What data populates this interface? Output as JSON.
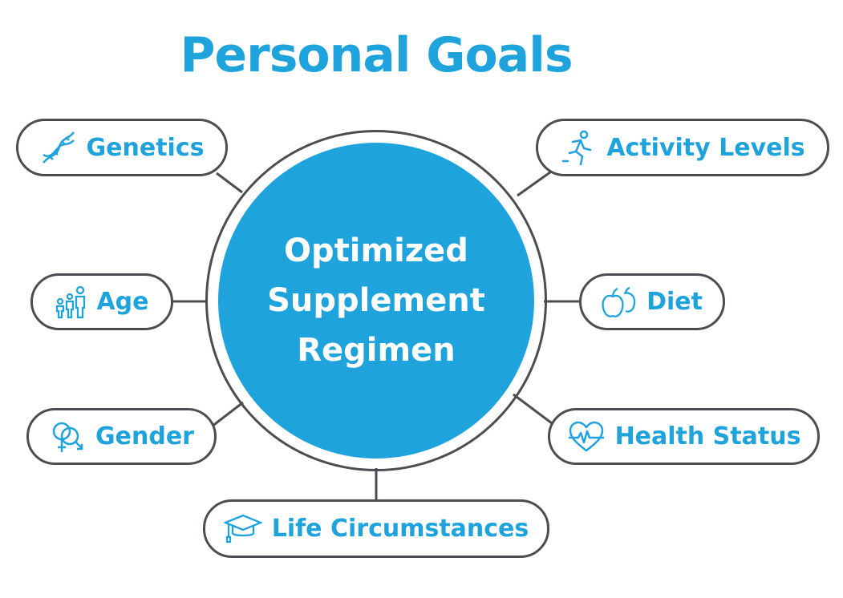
{
  "title": "Personal Goals",
  "center": {
    "line1": "Optimized",
    "line2": "Supplement",
    "line3": "Regimen"
  },
  "factors": {
    "genetics": {
      "label": "Genetics",
      "icon": "dna-icon"
    },
    "activity": {
      "label": "Activity Levels",
      "icon": "running-person-icon"
    },
    "age": {
      "label": "Age",
      "icon": "family-icon"
    },
    "diet": {
      "label": "Diet",
      "icon": "apple-icon"
    },
    "gender": {
      "label": "Gender",
      "icon": "gender-symbols-icon"
    },
    "health": {
      "label": "Health Status",
      "icon": "heartbeat-icon"
    },
    "life": {
      "label": "Life Circumstances",
      "icon": "graduation-cap-icon"
    }
  },
  "colors": {
    "accent": "#1FA3DC",
    "outline": "#4a4d52"
  }
}
